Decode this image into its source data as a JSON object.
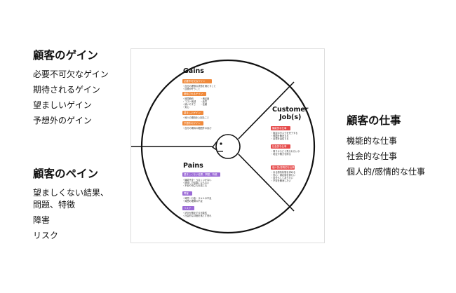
{
  "left": {
    "gains": {
      "heading": "顧客のゲイン",
      "items": [
        "必要不可欠なゲイン",
        "期待されるゲイン",
        "望ましいゲイン",
        "予想外のゲイン"
      ]
    },
    "pains": {
      "heading": "顧客のペイン",
      "items": [
        "望ましくない結果、",
        "問題、特徴",
        "障害",
        "リスク"
      ]
    }
  },
  "right": {
    "jobs": {
      "heading": "顧客の仕事",
      "items": [
        "機能的な仕事",
        "社会的な仕事",
        "個人的/感情的な仕事"
      ]
    }
  },
  "canvas": {
    "gains": {
      "title": "Gains",
      "tags": [
        "必要不可欠なゲイン",
        "期待されるゲイン",
        "望ましいゲイン",
        "予想外のゲイン"
      ],
      "notes": [
        [
          "・自分の理想の状態を満たすこと",
          "・目標が叶うこと"
        ],
        [
          "・時間節約　　　・満足度",
          "・コスト削減　　・品質",
          "・使いやすさ　　・信頼",
          "・安心"
        ],
        [
          "・他人の期待を上回ること"
        ],
        [
          "・自分の期待の範囲外の喜び"
        ]
      ]
    },
    "pains": {
      "title": "Pains",
      "tags": [
        "望ましくない結果、問題、特徴",
        "障害",
        "リスク"
      ],
      "notes": [
        [
          "・機能不全・うまくいかない",
          "・期待した結果にならない",
          "・不安や苛立ちを感じる"
        ],
        [
          "・時間・お金・スキルの不足",
          "・周囲の理解の不足"
        ],
        [
          "・状況が悪化する可能性",
          "・社会的な評価を落とす恐れ"
        ]
      ]
    },
    "jobs": {
      "title": "Customer\nJob(s)",
      "tags": [
        "機能的な仕事",
        "社会的な仕事",
        "個人的/感情的な仕事"
      ],
      "notes": [
        [
          "・特定のタスクを完了する",
          "・問題を解決する",
          "・目標を達成する"
        ],
        [
          "・周りからどう見られたいか",
          "・地位や権力を得る"
        ],
        [
          "・ある感情状態を求める",
          "・安心・満足感を得たい",
          "・自分らしくありたい",
          "・不安を解消したい"
        ]
      ]
    }
  }
}
